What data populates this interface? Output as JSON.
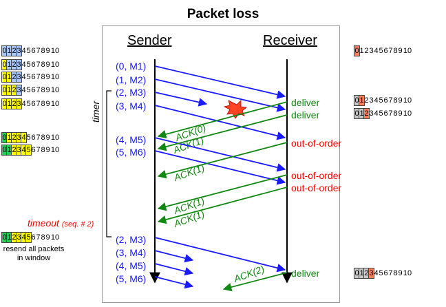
{
  "title": "Packet loss",
  "sender_label": "Sender",
  "receiver_label": "Receiver",
  "timer_label": "timer",
  "timeout_label": "timeout",
  "timeout_note": "(seq. # 2)",
  "resend_note": "resend all packets in window",
  "messages": [
    "(0, M1)",
    "(1, M2)",
    "(2, M3)",
    "(3, M4)",
    "(4, M5)",
    "(5, M6)",
    "(2, M3)",
    "(3, M4)",
    "(4, M5)",
    "(5, M6)"
  ],
  "receiver_events": [
    "deliver",
    "deliver",
    "out-of-order",
    "out-of-order",
    "out-of-order",
    "deliver"
  ],
  "acks": [
    "ACK(0)",
    "ACK(1)",
    "ACK(1)",
    "ACK(1)",
    "ACK(1)",
    "ACK(2)"
  ],
  "sequence_digits": [
    "0",
    "1",
    "2",
    "3",
    "4",
    "5",
    "6",
    "7",
    "8",
    "9",
    "10"
  ],
  "colors": {
    "sent_blue": "#a8c8ff",
    "window_yellow": "#ffff00",
    "acked_green": "#22cc55",
    "receiver_orange": "#ff8060",
    "receiver_gray": "#c8c8c8",
    "message_blue": "#1a1aff",
    "ack_green": "#118811",
    "alert_red": "#ff0000"
  },
  "sender_windows": [
    [
      "b",
      "b",
      "b",
      "b",
      "n",
      "n",
      "n",
      "n",
      "n",
      "n",
      "n"
    ],
    [
      "y",
      "b",
      "b",
      "b",
      "n",
      "n",
      "n",
      "n",
      "n",
      "n",
      "n"
    ],
    [
      "y",
      "y",
      "b",
      "b",
      "n",
      "n",
      "n",
      "n",
      "n",
      "n",
      "n"
    ],
    [
      "y",
      "y",
      "y",
      "b",
      "n",
      "n",
      "n",
      "n",
      "n",
      "n",
      "n"
    ],
    [
      "y",
      "y",
      "y",
      "y",
      "n",
      "n",
      "n",
      "n",
      "n",
      "n",
      "n"
    ],
    [
      "g",
      "y",
      "y",
      "y",
      "y",
      "n",
      "n",
      "n",
      "n",
      "n",
      "n"
    ],
    [
      "g",
      "g",
      "y",
      "y",
      "y",
      "y",
      "n",
      "n",
      "n",
      "n",
      "n"
    ],
    [
      "g",
      "g",
      "y",
      "y",
      "y",
      "y",
      "n",
      "n",
      "n",
      "n",
      "n"
    ]
  ],
  "receiver_windows": [
    [
      "o",
      "n",
      "n",
      "n",
      "n",
      "n",
      "n",
      "n",
      "n",
      "n",
      "n"
    ],
    [
      "g",
      "o",
      "n",
      "n",
      "n",
      "n",
      "n",
      "n",
      "n",
      "n",
      "n"
    ],
    [
      "g",
      "g",
      "o",
      "n",
      "n",
      "n",
      "n",
      "n",
      "n",
      "n",
      "n"
    ],
    [
      "g",
      "g",
      "g",
      "o",
      "n",
      "n",
      "n",
      "n",
      "n",
      "n",
      "n"
    ]
  ]
}
